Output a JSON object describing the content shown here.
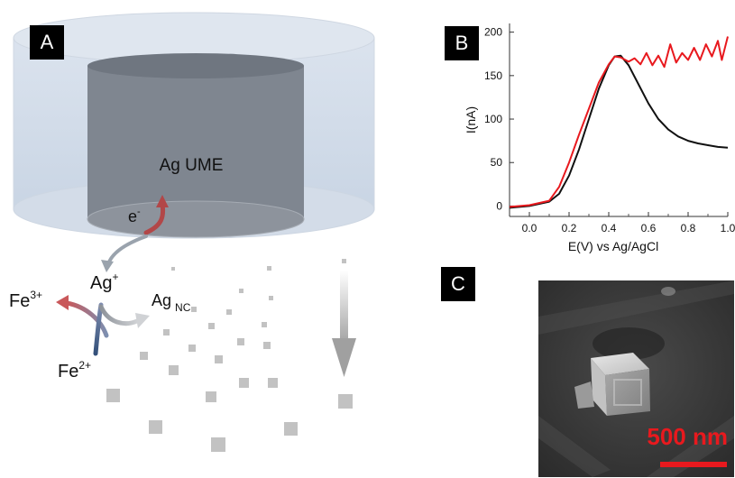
{
  "panels": {
    "a": {
      "label": "A",
      "electrode_label": "Ag UME",
      "electron": "e",
      "electron_sup": "-",
      "ag_ion": "Ag",
      "ag_ion_sup": "+",
      "fe3": "Fe",
      "fe3_sup": "3+",
      "fe2": "Fe",
      "fe2_sup": "2+",
      "ag_nc": "Ag",
      "ag_nc_sub": "NC"
    },
    "b": {
      "label": "B"
    },
    "c": {
      "label": "C",
      "scale_bar": "500 nm"
    }
  },
  "colors": {
    "red_trace": "#e8191e",
    "black_trace": "#111111",
    "electrode_dark": "#7f8690",
    "cylinder_light": "#d6e0ec",
    "nanocube": "#bdbdbd",
    "fe3_arrow": "#c9585a",
    "fe2_arrow": "#33507a"
  },
  "chart_data": {
    "type": "line",
    "xlabel": "E(V) vs Ag/AgCl",
    "ylabel": "I(nA)",
    "xlim": [
      -0.1,
      1.0
    ],
    "ylim": [
      -12,
      210
    ],
    "xticks": [
      "0.0",
      "0.2",
      "0.4",
      "0.6",
      "0.8",
      "1.0"
    ],
    "xtick_values": [
      0.0,
      0.2,
      0.4,
      0.6,
      0.8,
      1.0
    ],
    "yticks": [
      "0",
      "50",
      "100",
      "150",
      "200"
    ],
    "ytick_values": [
      0,
      50,
      100,
      150,
      200
    ],
    "series": [
      {
        "color": "#111111",
        "x": [
          -0.1,
          0.0,
          0.1,
          0.15,
          0.2,
          0.25,
          0.3,
          0.35,
          0.4,
          0.43,
          0.46,
          0.5,
          0.55,
          0.6,
          0.65,
          0.7,
          0.75,
          0.8,
          0.85,
          0.9,
          0.95,
          1.0
        ],
        "y": [
          -2,
          0,
          5,
          14,
          35,
          65,
          100,
          135,
          162,
          172,
          173,
          162,
          140,
          118,
          100,
          88,
          80,
          75,
          72,
          70,
          68,
          67
        ]
      },
      {
        "color": "#e8191e",
        "x": [
          -0.1,
          0.0,
          0.1,
          0.15,
          0.2,
          0.25,
          0.3,
          0.35,
          0.4,
          0.43,
          0.46,
          0.5,
          0.53,
          0.56,
          0.59,
          0.62,
          0.65,
          0.68,
          0.71,
          0.74,
          0.77,
          0.8,
          0.83,
          0.86,
          0.89,
          0.92,
          0.95,
          0.97,
          1.0
        ],
        "y": [
          -1,
          1,
          6,
          22,
          50,
          82,
          112,
          142,
          163,
          172,
          171,
          166,
          170,
          163,
          176,
          162,
          173,
          160,
          186,
          165,
          176,
          168,
          182,
          168,
          186,
          172,
          190,
          168,
          195
        ]
      }
    ]
  }
}
